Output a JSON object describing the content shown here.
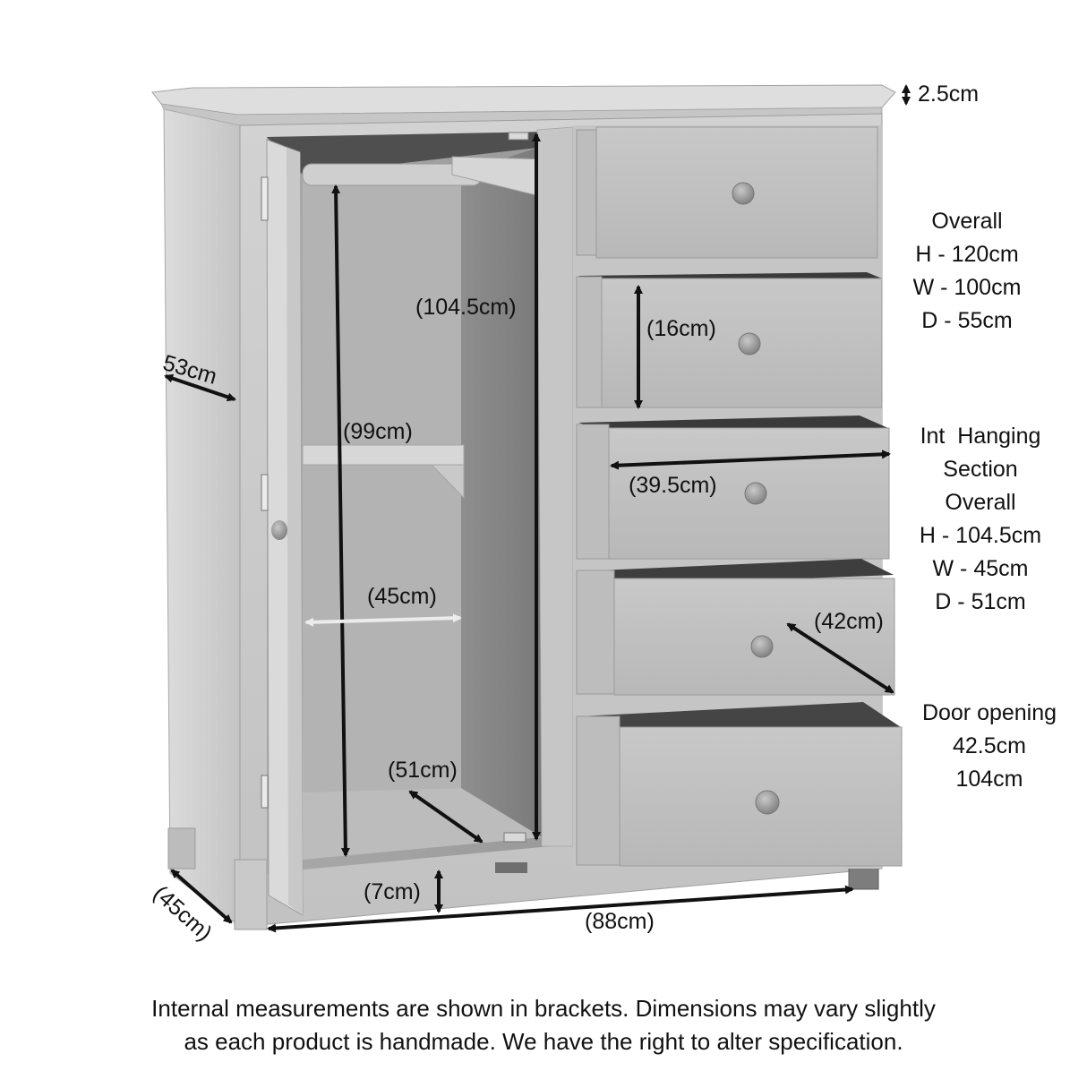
{
  "product": {
    "type": "combination wardrobe with 5 drawers",
    "finish_color": "#c8c8c8",
    "drawers_count": 5
  },
  "colors": {
    "background": "#ffffff",
    "wood_light": "#d4d4d4",
    "wood_mid": "#bdbdbd",
    "wood_dark": "#8f8f8f",
    "interior_shadow": "#6e6e6e",
    "arrow": "#111111",
    "arrow_light": "#e6e6e6"
  },
  "dimensions": {
    "top_thickness": "2.5cm",
    "side_depth": "53cm",
    "base_depth": "(45cm)",
    "interior_height_full": "(104.5cm)",
    "interior_height_rail": "(99cm)",
    "interior_width": "(45cm)",
    "interior_depth": "(51cm)",
    "leg_clearance": "(7cm)",
    "base_width": "(88cm)",
    "drawer_height": "(16cm)",
    "drawer_width": "(39.5cm)",
    "drawer_depth": "(42cm)"
  },
  "spec_panels": {
    "overall": {
      "lines": [
        "Overall",
        "H - 120cm",
        "W - 100cm",
        "D - 55cm"
      ]
    },
    "hanging_section": {
      "lines": [
        "Int  Hanging",
        "Section",
        "Overall",
        "H - 104.5cm",
        "W - 45cm",
        "D - 51cm"
      ]
    },
    "door_opening": {
      "lines": [
        "Door opening",
        "42.5cm",
        "104cm"
      ]
    }
  },
  "footer": {
    "line1": "Internal measurements are shown in brackets. Dimensions may vary slightly",
    "line2": "as each product is handmade. We have the right to alter specification."
  }
}
